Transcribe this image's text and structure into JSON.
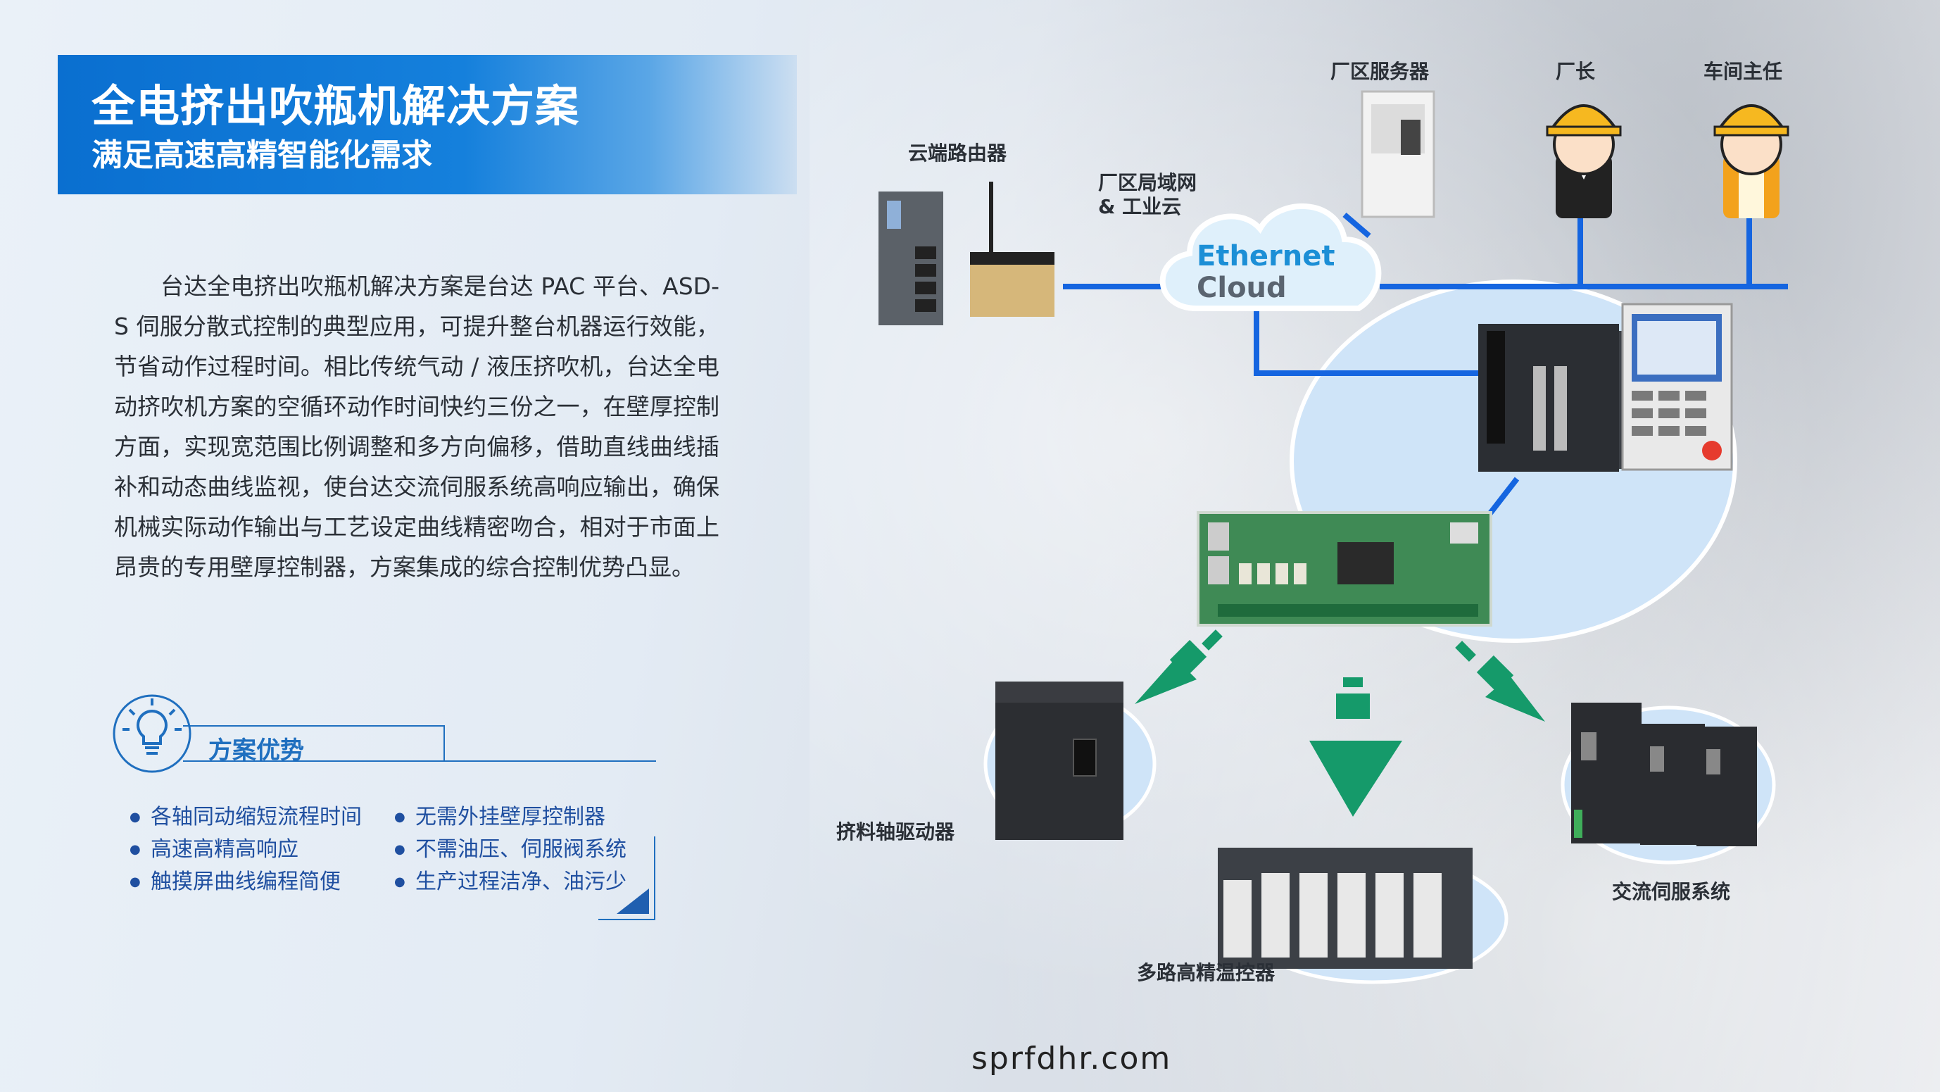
{
  "header": {
    "title": "全电挤出吹瓶机解决方案",
    "subtitle": "满足高速高精智能化需求"
  },
  "intro": {
    "paragraph": "台达全电挤出吹瓶机解决方案是台达 PAC 平台、ASD-S 伺服分散式控制的典型应用，可提升整台机器运行效能，节省动作过程时间。相比传统气动 / 液压挤吹机，台达全电动挤吹机方案的空循环动作时间快约三份之一，在壁厚控制方面，实现宽范围比例调整和多方向偏移，借助直线曲线插补和动态曲线监视，使台达交流伺服系统高响应输出，确保机械实际动作输出与工艺设定曲线精密吻合，相对于市面上昂贵的专用壁厚控制器，方案集成的综合控制优势凸显。"
  },
  "advantages": {
    "title": "方案优势",
    "left": [
      "各轴同动缩短流程时间",
      "高速高精高响应",
      "触摸屏曲线编程简便"
    ],
    "right": [
      "无需外挂壁厚控制器",
      "不需油压、伺服阀系统",
      "生产过程洁净、油污少"
    ]
  },
  "diagram": {
    "router_label": "云端路由器",
    "server_label": "厂区服务器",
    "factory_head_label": "厂长",
    "workshop_label": "车间主任",
    "lan_label_1": "厂区局域网",
    "lan_label_2": "& 工业云",
    "cloud_line_1": "Ethernet",
    "cloud_line_2": "Cloud",
    "extruder_drive_label": "挤料轴驱动器",
    "temp_controller_label": "多路高精温控器",
    "servo_label": "交流伺服系统"
  },
  "colors": {
    "banner_blue": "#0a6fd0",
    "line_blue": "#1565e0",
    "bubble_blue": "#cfe4f8",
    "arrow_green": "#159a6a"
  },
  "footer": {
    "watermark": "sprfdhr.com"
  }
}
